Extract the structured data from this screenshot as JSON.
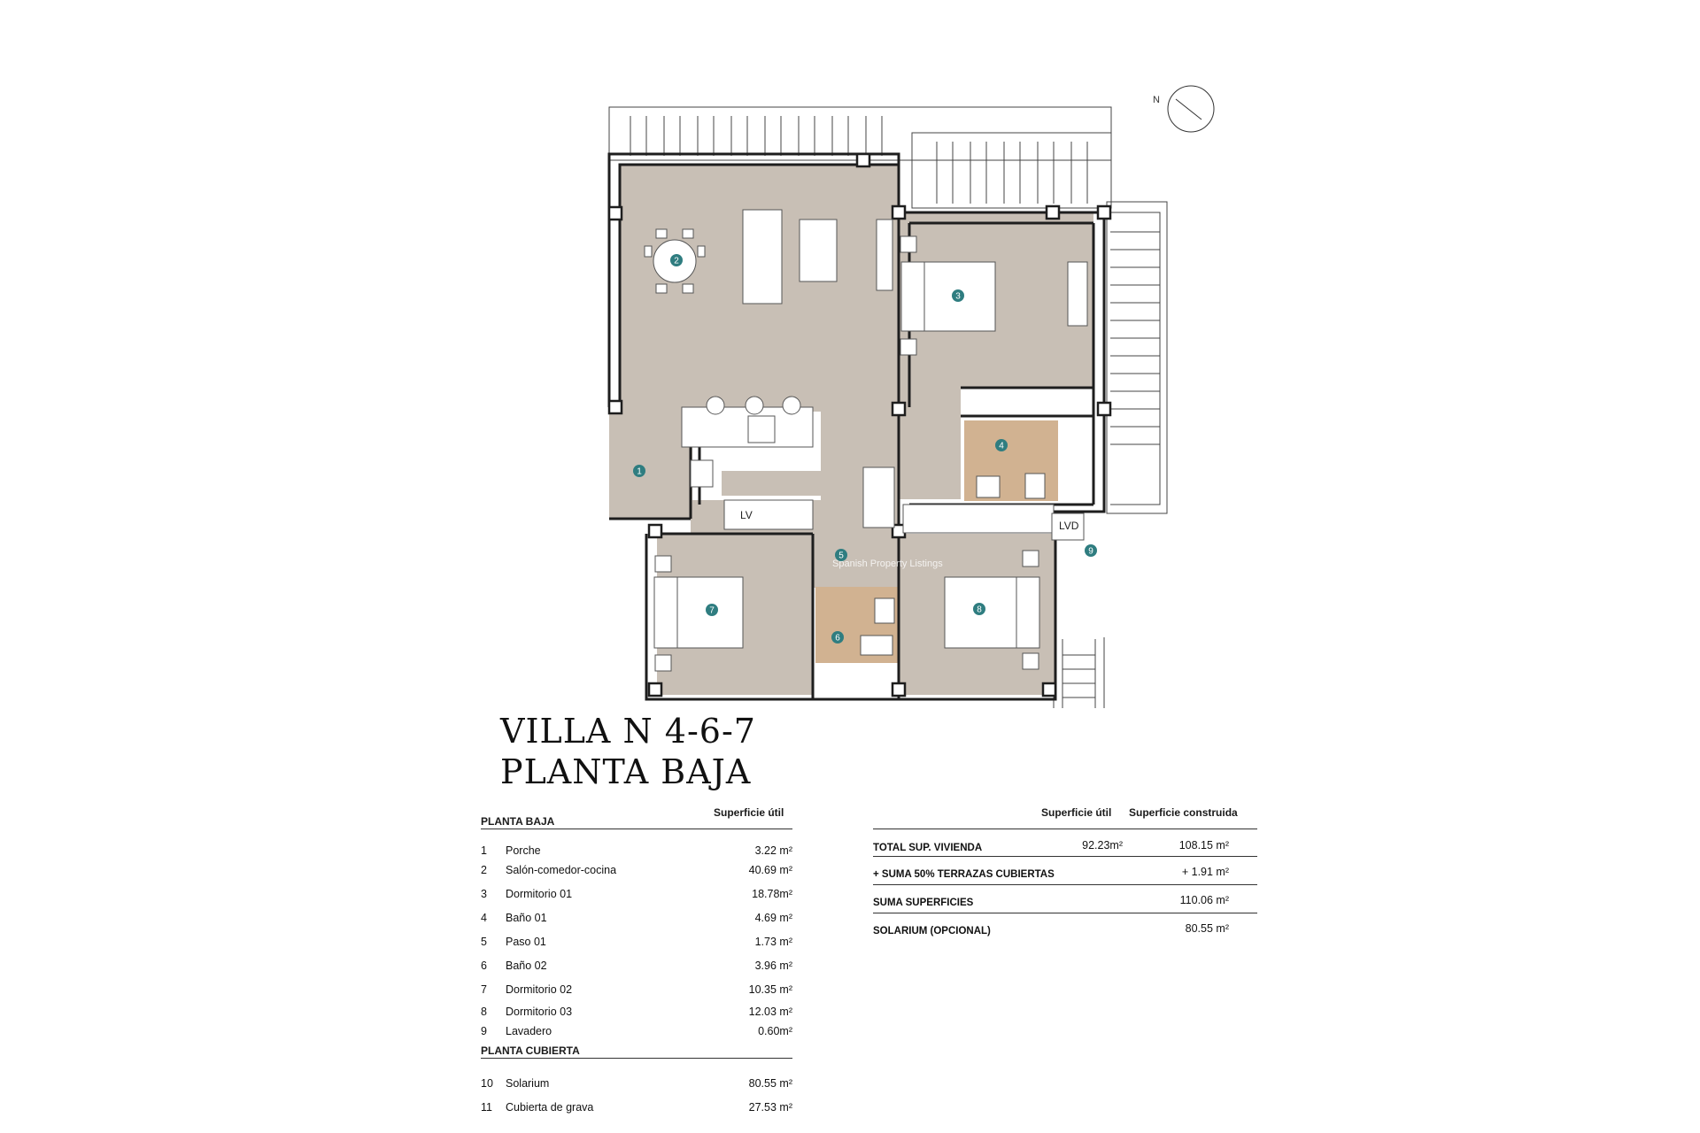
{
  "compass": {
    "label": "N"
  },
  "watermark": {
    "text": "Spanish Property Listings"
  },
  "plan_labels": {
    "lv": "LV",
    "lvd": "LVD",
    "markers": [
      "1",
      "2",
      "3",
      "4",
      "5",
      "6",
      "7",
      "8",
      "9"
    ]
  },
  "colors": {
    "floor": "#c8bfb5",
    "bath": "#d1b291",
    "marker": "#2f7d80",
    "wall": "#1e1e1e"
  },
  "title": {
    "line1": "VILLA N 4-6-7",
    "line2": "PLANTA BAJA"
  },
  "left_table": {
    "section1": "PLANTA BAJA",
    "col_header": "Superficie útil",
    "rows": [
      {
        "n": "1",
        "name": "Porche",
        "area": "3.22 m²"
      },
      {
        "n": "2",
        "name": "Salón-comedor-cocina",
        "area": "40.69 m²"
      },
      {
        "n": "3",
        "name": "Dormitorio 01",
        "area": "18.78m²"
      },
      {
        "n": "4",
        "name": "Baño 01",
        "area": "4.69 m²"
      },
      {
        "n": "5",
        "name": "Paso 01",
        "area": "1.73 m²"
      },
      {
        "n": "6",
        "name": "Baño 02",
        "area": "3.96 m²"
      },
      {
        "n": "7",
        "name": "Dormitorio 02",
        "area": "10.35 m²"
      },
      {
        "n": "8",
        "name": "Dormitorio 03",
        "area": "12.03 m²"
      },
      {
        "n": "9",
        "name": "Lavadero",
        "area": "0.60m²"
      }
    ],
    "section2": "PLANTA CUBIERTA",
    "rows2": [
      {
        "n": "10",
        "name": "Solarium",
        "area": "80.55 m²"
      },
      {
        "n": "11",
        "name": "Cubierta de grava",
        "area": "27.53 m²"
      }
    ]
  },
  "right_table": {
    "col_util": "Superficie útil",
    "col_construida": "Superficie construida",
    "rows": [
      {
        "label": "TOTAL SUP. VIVIENDA",
        "util": "92.23m²",
        "construida": "108.15 m²"
      },
      {
        "label": "+ SUMA 50% TERRAZAS CUBIERTAS",
        "util": "",
        "construida": "+ 1.91 m²"
      },
      {
        "label": "SUMA SUPERFICIES",
        "util": "",
        "construida": "110.06 m²"
      },
      {
        "label": "SOLARIUM (OPCIONAL)",
        "util": "",
        "construida": "80.55 m²"
      }
    ]
  }
}
